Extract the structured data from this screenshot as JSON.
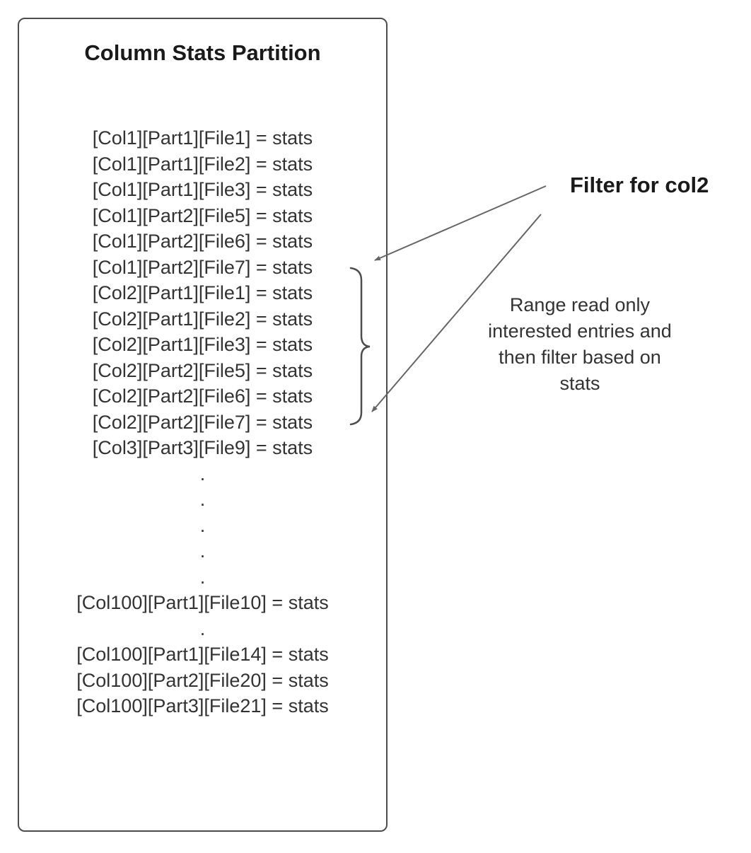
{
  "box": {
    "title": "Column Stats Partition",
    "entries": [
      "[Col1][Part1][File1] = stats",
      "[Col1][Part1][File2] = stats",
      "[Col1][Part1][File3] = stats",
      "[Col1][Part2][File5] = stats",
      "[Col1][Part2][File6] = stats",
      "[Col1][Part2][File7] = stats",
      "[Col2][Part1][File1] = stats",
      "[Col2][Part1][File2] = stats",
      "[Col2][Part1][File3] = stats",
      "[Col2][Part2][File5] = stats",
      "[Col2][Part2][File6] = stats",
      "[Col2][Part2][File7] = stats",
      "[Col3][Part3][File9] = stats",
      ".",
      ".",
      ".",
      ".",
      ".",
      "[Col100][Part1][File10] = stats",
      ".",
      "[Col100][Part1][File14] = stats",
      "[Col100][Part2][File20] = stats",
      "[Col100][Part3][File21] = stats"
    ]
  },
  "annotation": {
    "filter_label": "Filter for col2",
    "note": "Range read only\ninterested entries and\nthen filter based on\nstats"
  },
  "colors": {
    "border": "#4d4d4d",
    "text": "#333333",
    "line": "#666666"
  }
}
